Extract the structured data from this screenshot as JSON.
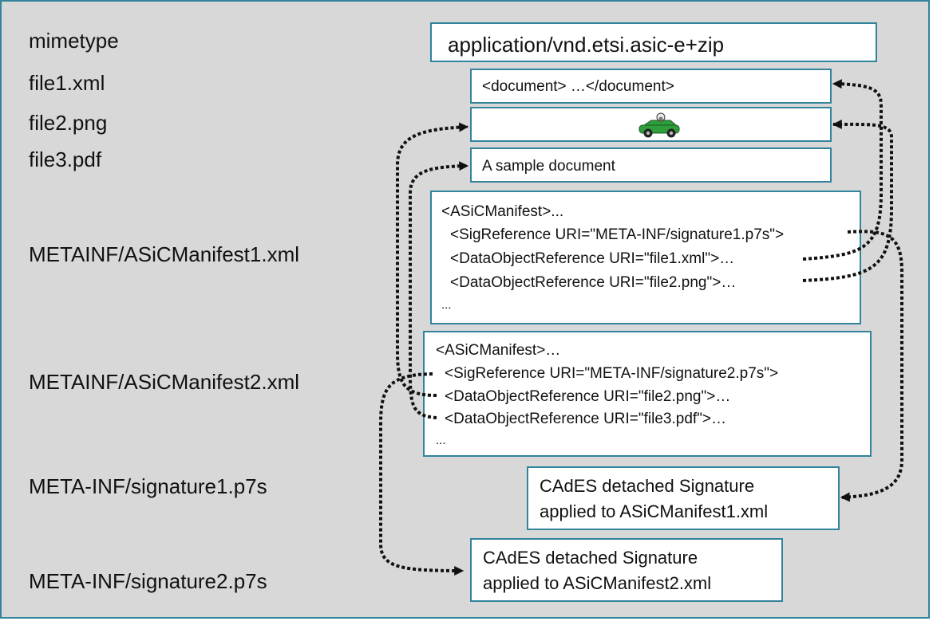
{
  "labels": {
    "mimetype": "mimetype",
    "file1": "file1.xml",
    "file2": "file2.png",
    "file3": "file3.pdf",
    "manifest1": "METAINF/ASiCManifest1.xml",
    "manifest2": "METAINF/ASiCManifest2.xml",
    "signature1": "META-INF/signature1.p7s",
    "signature2": "META-INF/signature2.p7s"
  },
  "contents": {
    "mimetype": "application/vnd.etsi.asic-e+zip",
    "file1": "<document> …</document>",
    "file2_icon": "car-icon",
    "file3": "A sample document",
    "manifest1": [
      "<ASiCManifest>...",
      "<SigReference URI=\"META-INF/signature1.p7s\">",
      "<DataObjectReference URI=\"file1.xml\">…",
      "<DataObjectReference URI=\"file2.png\">…",
      "..."
    ],
    "manifest2": [
      "<ASiCManifest>…",
      "<SigReference URI=\"META-INF/signature2.p7s\">",
      "<DataObjectReference URI=\"file2.png\">…",
      "<DataObjectReference URI=\"file3.pdf\">…",
      "..."
    ],
    "signature1": [
      "CAdES detached Signature",
      "applied to ASiCManifest1.xml"
    ],
    "signature2": [
      "CAdES detached Signature",
      "applied to ASiCManifest2.xml"
    ]
  },
  "colors": {
    "background": "#d8d8d8",
    "box_border": "#31849b",
    "arrow": "#111111",
    "car_body": "#2e9e3a"
  }
}
